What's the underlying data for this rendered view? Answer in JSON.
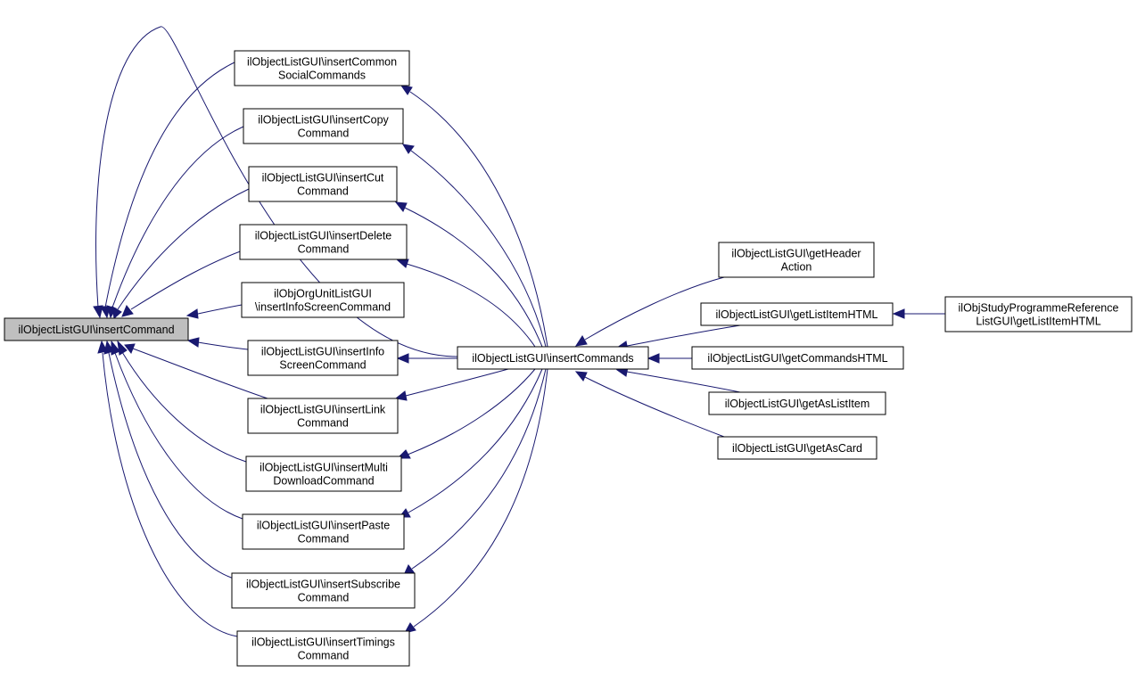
{
  "diagram": {
    "type": "caller-graph",
    "nodes": [
      {
        "id": "root",
        "lines": [
          "ilObjectListGUI\\insertCommand"
        ],
        "highlight": true
      },
      {
        "id": "social",
        "lines": [
          "ilObjectListGUI\\insertCommon",
          "SocialCommands"
        ]
      },
      {
        "id": "copy",
        "lines": [
          "ilObjectListGUI\\insertCopy",
          "Command"
        ]
      },
      {
        "id": "cut",
        "lines": [
          "ilObjectListGUI\\insertCut",
          "Command"
        ]
      },
      {
        "id": "delete",
        "lines": [
          "ilObjectListGUI\\insertDelete",
          "Command"
        ]
      },
      {
        "id": "orgunit",
        "lines": [
          "ilObjOrgUnitListGUI",
          "\\insertInfoScreenCommand"
        ]
      },
      {
        "id": "info",
        "lines": [
          "ilObjectListGUI\\insertInfo",
          "ScreenCommand"
        ]
      },
      {
        "id": "link",
        "lines": [
          "ilObjectListGUI\\insertLink",
          "Command"
        ]
      },
      {
        "id": "multi",
        "lines": [
          "ilObjectListGUI\\insertMulti",
          "DownloadCommand"
        ]
      },
      {
        "id": "paste",
        "lines": [
          "ilObjectListGUI\\insertPaste",
          "Command"
        ]
      },
      {
        "id": "subscribe",
        "lines": [
          "ilObjectListGUI\\insertSubscribe",
          "Command"
        ]
      },
      {
        "id": "timings",
        "lines": [
          "ilObjectListGUI\\insertTimings",
          "Command"
        ]
      },
      {
        "id": "commands",
        "lines": [
          "ilObjectListGUI\\insertCommands"
        ]
      },
      {
        "id": "header",
        "lines": [
          "ilObjectListGUI\\getHeader",
          "Action"
        ]
      },
      {
        "id": "listitem",
        "lines": [
          "ilObjectListGUI\\getListItemHTML"
        ]
      },
      {
        "id": "cmdhtml",
        "lines": [
          "ilObjectListGUI\\getCommandsHTML"
        ]
      },
      {
        "id": "aslist",
        "lines": [
          "ilObjectListGUI\\getAsListItem"
        ]
      },
      {
        "id": "ascard",
        "lines": [
          "ilObjectListGUI\\getAsCard"
        ]
      },
      {
        "id": "study",
        "lines": [
          "ilObjStudyProgrammeReference",
          "ListGUI\\getListItemHTML"
        ]
      }
    ],
    "edges": [
      {
        "from": "social",
        "to": "root"
      },
      {
        "from": "copy",
        "to": "root"
      },
      {
        "from": "cut",
        "to": "root"
      },
      {
        "from": "delete",
        "to": "root"
      },
      {
        "from": "orgunit",
        "to": "root"
      },
      {
        "from": "info",
        "to": "root"
      },
      {
        "from": "link",
        "to": "root"
      },
      {
        "from": "multi",
        "to": "root"
      },
      {
        "from": "paste",
        "to": "root"
      },
      {
        "from": "subscribe",
        "to": "root"
      },
      {
        "from": "timings",
        "to": "root"
      },
      {
        "from": "commands",
        "to": "root"
      },
      {
        "from": "commands",
        "to": "social"
      },
      {
        "from": "commands",
        "to": "copy"
      },
      {
        "from": "commands",
        "to": "cut"
      },
      {
        "from": "commands",
        "to": "delete"
      },
      {
        "from": "commands",
        "to": "info"
      },
      {
        "from": "commands",
        "to": "link"
      },
      {
        "from": "commands",
        "to": "multi"
      },
      {
        "from": "commands",
        "to": "paste"
      },
      {
        "from": "commands",
        "to": "subscribe"
      },
      {
        "from": "commands",
        "to": "timings"
      },
      {
        "from": "header",
        "to": "commands"
      },
      {
        "from": "listitem",
        "to": "commands"
      },
      {
        "from": "cmdhtml",
        "to": "commands"
      },
      {
        "from": "aslist",
        "to": "commands"
      },
      {
        "from": "ascard",
        "to": "commands"
      },
      {
        "from": "study",
        "to": "listitem"
      }
    ],
    "colors": {
      "edge": "#191970",
      "root_fill": "#bfbfbf",
      "node_fill": "#ffffff",
      "border": "#000000"
    }
  }
}
